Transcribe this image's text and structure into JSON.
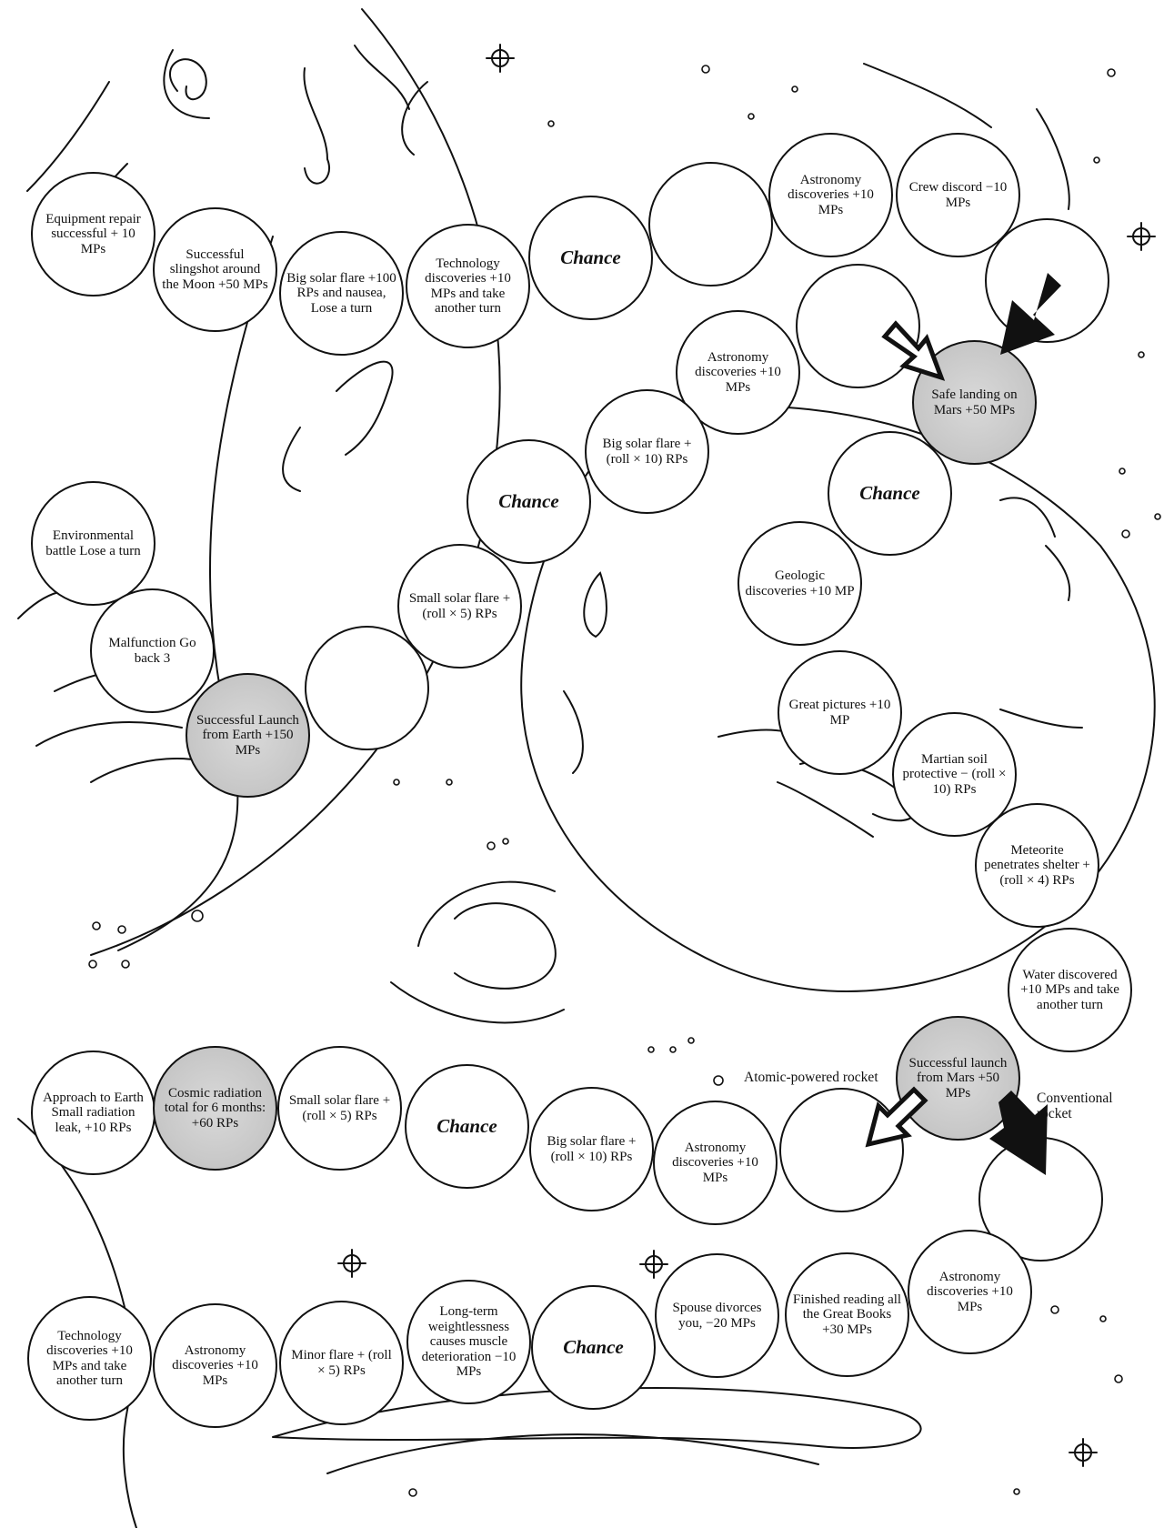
{
  "board": {
    "spaces": [
      {
        "id": "s1",
        "text": "Equipment repair successful + 10 MPs",
        "chance": false
      },
      {
        "id": "s2",
        "text": "Successful slingshot around the Moon +50 MPs",
        "chance": false
      },
      {
        "id": "s3",
        "text": "Big solar flare +100 RPs and nausea, Lose a turn",
        "chance": false
      },
      {
        "id": "s4",
        "text": "Technology discoveries +10 MPs and take another turn",
        "chance": false
      },
      {
        "id": "s5",
        "text": "Chance",
        "chance": true
      },
      {
        "id": "s6",
        "text": "",
        "chance": false
      },
      {
        "id": "s7",
        "text": "Astronomy discoveries +10 MPs",
        "chance": false
      },
      {
        "id": "s8",
        "text": "Crew discord −10 MPs",
        "chance": false
      },
      {
        "id": "s9",
        "text": "",
        "chance": false
      },
      {
        "id": "s10",
        "text": "",
        "chance": false
      },
      {
        "id": "s11",
        "text": "Astronomy discoveries +10 MPs",
        "chance": false
      },
      {
        "id": "s12",
        "text": "Safe landing on Mars +50 MPs",
        "chance": false,
        "shaded": true
      },
      {
        "id": "s13",
        "text": "Big solar flare + (roll × 10) RPs",
        "chance": false
      },
      {
        "id": "s14",
        "text": "Chance",
        "chance": true
      },
      {
        "id": "s15",
        "text": "Chance",
        "chance": true
      },
      {
        "id": "s16",
        "text": "Environmental battle Lose a turn",
        "chance": false
      },
      {
        "id": "s17",
        "text": "Small solar flare + (roll × 5) RPs",
        "chance": false
      },
      {
        "id": "s18",
        "text": "Geologic discoveries +10 MP",
        "chance": false
      },
      {
        "id": "s19",
        "text": "Malfunction Go back 3",
        "chance": false
      },
      {
        "id": "s20",
        "text": "",
        "chance": false
      },
      {
        "id": "s21",
        "text": "Successful Launch from Earth +150 MPs",
        "chance": false,
        "shaded": true
      },
      {
        "id": "s22",
        "text": "Great pictures +10 MP",
        "chance": false
      },
      {
        "id": "s23",
        "text": "Martian soil protective − (roll × 10) RPs",
        "chance": false
      },
      {
        "id": "s24",
        "text": "Meteorite penetrates shelter + (roll × 4) RPs",
        "chance": false
      },
      {
        "id": "s25",
        "text": "Water discovered +10 MPs and take another turn",
        "chance": false
      },
      {
        "id": "s26",
        "text": "Successful launch from Mars +50 MPs",
        "chance": false,
        "shaded": true
      },
      {
        "id": "s27",
        "text": "Approach to Earth Small radiation leak, +10 RPs",
        "chance": false
      },
      {
        "id": "s28",
        "text": "Cosmic radiation total for 6 months: +60 RPs",
        "chance": false,
        "shaded": true
      },
      {
        "id": "s29",
        "text": "Small solar flare + (roll × 5) RPs",
        "chance": false
      },
      {
        "id": "s30",
        "text": "Chance",
        "chance": true
      },
      {
        "id": "s31",
        "text": "Big solar flare + (roll × 10) RPs",
        "chance": false
      },
      {
        "id": "s32",
        "text": "Astronomy discoveries +10 MPs",
        "chance": false
      },
      {
        "id": "s33",
        "text": "",
        "chance": false
      },
      {
        "id": "s34",
        "text": "",
        "chance": false
      },
      {
        "id": "s35",
        "text": "Technology discoveries +10 MPs and take another turn",
        "chance": false
      },
      {
        "id": "s36",
        "text": "Astronomy discoveries +10 MPs",
        "chance": false
      },
      {
        "id": "s37",
        "text": "Minor flare + (roll × 5) RPs",
        "chance": false
      },
      {
        "id": "s38",
        "text": "Long-term weightlessness causes muscle deterioration −10 MPs",
        "chance": false
      },
      {
        "id": "s39",
        "text": "Chance",
        "chance": true
      },
      {
        "id": "s40",
        "text": "Spouse divorces you, −20 MPs",
        "chance": false
      },
      {
        "id": "s41",
        "text": "Finished reading all the Great Books +30 MPs",
        "chance": false
      },
      {
        "id": "s42",
        "text": "Astronomy discoveries +10 MPs",
        "chance": false
      }
    ]
  },
  "captions": {
    "atomic": "Atomic-powered rocket",
    "conventional": "Conventional rocket"
  }
}
